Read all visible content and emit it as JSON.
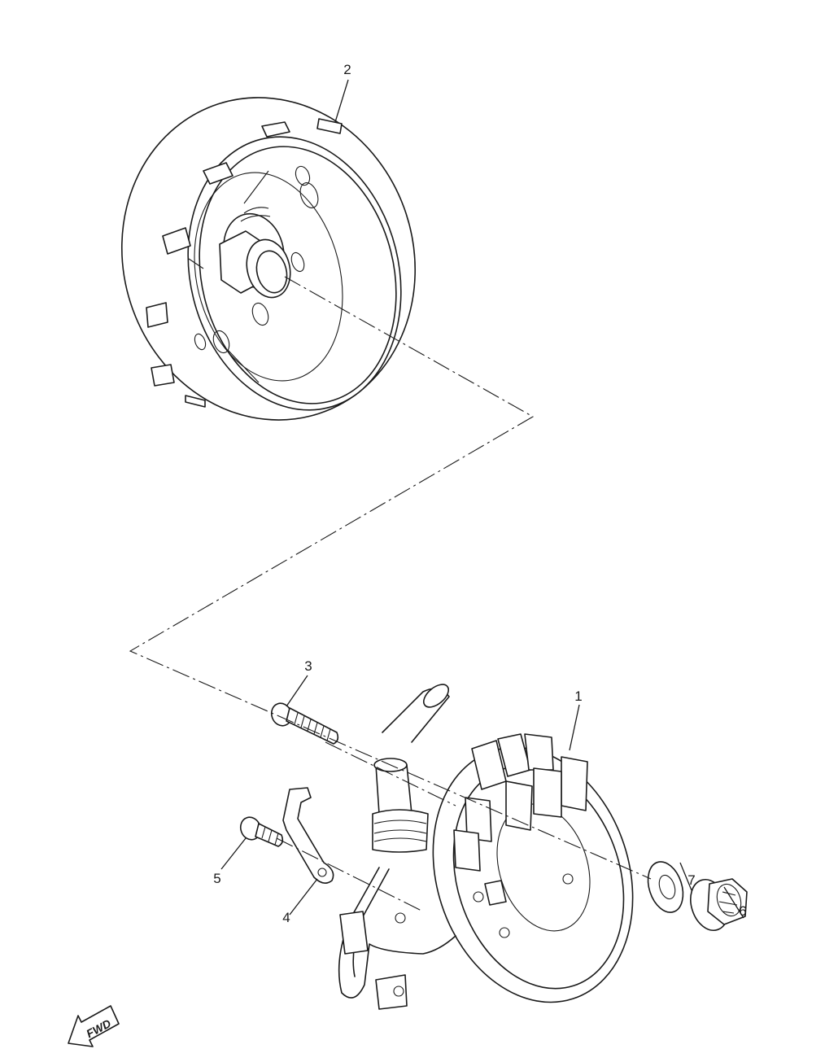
{
  "callouts": [
    {
      "id": "1",
      "label": "1"
    },
    {
      "id": "2",
      "label": "2"
    },
    {
      "id": "3",
      "label": "3"
    },
    {
      "id": "4",
      "label": "4"
    },
    {
      "id": "5",
      "label": "5"
    },
    {
      "id": "6",
      "label": "6"
    },
    {
      "id": "7",
      "label": "7"
    }
  ],
  "direction_indicator": {
    "label": "FWD",
    "icon": "fwd-arrow-icon"
  }
}
